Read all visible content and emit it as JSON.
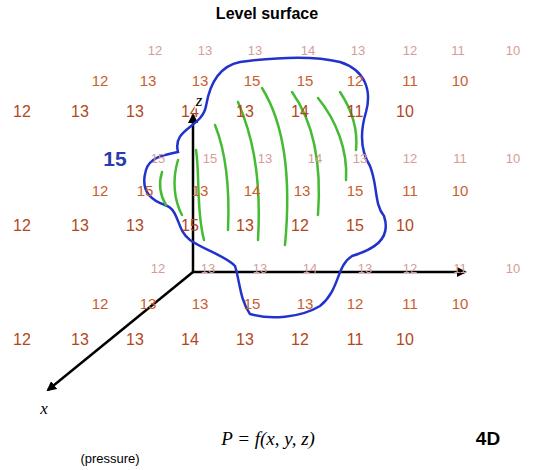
{
  "diagram": {
    "title": "Level surface",
    "labels": [
      "12",
      "13",
      "13",
      "14",
      "13",
      "12",
      "11",
      "10",
      "12",
      "13",
      "13",
      "15",
      "15",
      "12",
      "11",
      "10",
      "12",
      "13",
      "13",
      "14",
      "13",
      "14",
      "11",
      "10",
      "15",
      "15",
      "13",
      "14",
      "13",
      "12",
      "11",
      "10",
      "12",
      "15",
      "13",
      "14",
      "13",
      "15",
      "11",
      "10",
      "12",
      "13",
      "13",
      "15",
      "13",
      "12",
      "15",
      "10",
      "12",
      "13",
      "13",
      "14",
      "13",
      "12",
      "11",
      "10",
      "12",
      "13",
      "13",
      "15",
      "13",
      "12",
      "11",
      "10",
      "12",
      "13",
      "13",
      "14",
      "13",
      "12",
      "11",
      "10",
      "15",
      "z",
      "x",
      "P = f(x, y, z)",
      "(pressure)",
      "4D"
    ]
  }
}
